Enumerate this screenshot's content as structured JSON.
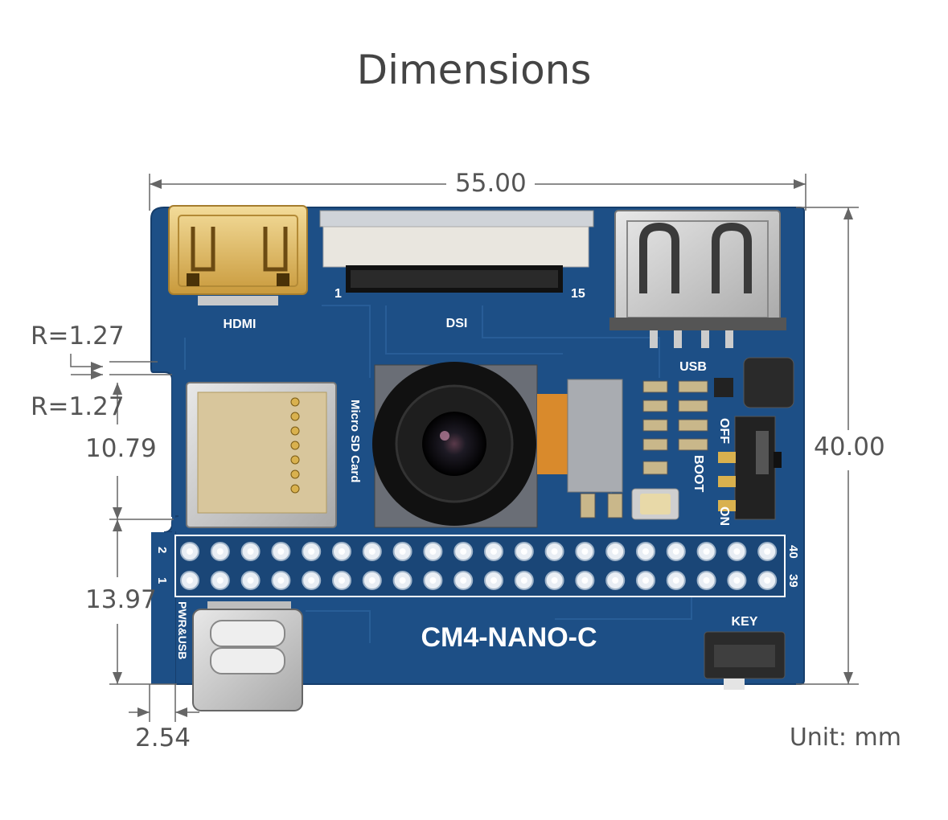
{
  "title": "Dimensions",
  "unit": "Unit: mm",
  "dimensions": {
    "width": "55.00",
    "height": "40.00",
    "radius_top": "R=1.27",
    "radius_bottom": "R=1.27",
    "sd_height": "10.79",
    "header_height": "13.97",
    "usb_offset": "2.54"
  },
  "board": {
    "name": "CM4-NANO-C",
    "color": "#1d4f86",
    "labels": {
      "hdmi": "HDMI",
      "dsi": "DSI",
      "dsi_pin_start": "1",
      "dsi_pin_end": "15",
      "usb": "USB",
      "micro_sd": "Micro SD Card",
      "boot": "BOOT",
      "off": "OFF",
      "on": "ON",
      "key": "KEY",
      "pwr_usb": "PWR&USB",
      "gpio_pin_2": "2",
      "gpio_pin_1": "1",
      "gpio_pin_40": "40",
      "gpio_pin_39": "39"
    }
  }
}
